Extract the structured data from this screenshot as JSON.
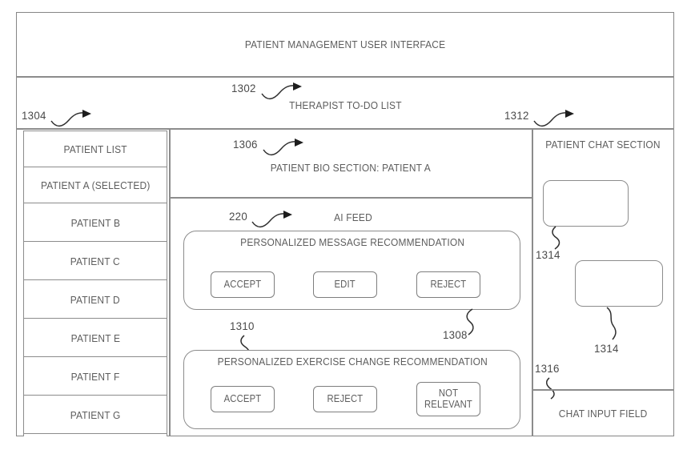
{
  "figure": {
    "title": "PATIENT MANAGEMENT USER INTERFACE",
    "subtitle": "THERAPIST TO-DO LIST"
  },
  "refs": {
    "ui": "1302",
    "patient_list": "1304",
    "patient_bio": "1306",
    "ai_feed": "220",
    "message_recommendation": "1308",
    "exercise_recommendation": "1310",
    "chat_section": "1312",
    "chat_message_1": "1314",
    "chat_message_2": "1314",
    "chat_input": "1316"
  },
  "sidebar": {
    "header": "PATIENT LIST",
    "items": [
      {
        "label": "PATIENT A (SELECTED)",
        "selected": true
      },
      {
        "label": "PATIENT B",
        "selected": false
      },
      {
        "label": "PATIENT C",
        "selected": false
      },
      {
        "label": "PATIENT D",
        "selected": false
      },
      {
        "label": "PATIENT E",
        "selected": false
      },
      {
        "label": "PATIENT F",
        "selected": false
      },
      {
        "label": "PATIENT G",
        "selected": false
      }
    ]
  },
  "main": {
    "bio_section": {
      "title": "PATIENT BIO SECTION: PATIENT A"
    },
    "ai_feed": {
      "title": "AI FEED",
      "cards": [
        {
          "title": "PERSONALIZED MESSAGE RECOMMENDATION",
          "buttons": [
            "ACCEPT",
            "EDIT",
            "REJECT"
          ]
        },
        {
          "title": "PERSONALIZED EXERCISE CHANGE RECOMMENDATION",
          "buttons": [
            "ACCEPT",
            "REJECT",
            "NOT RELEVANT"
          ]
        }
      ]
    }
  },
  "chat": {
    "header": "PATIENT CHAT SECTION",
    "messages": [
      "",
      ""
    ],
    "input_field": "CHAT INPUT FIELD"
  }
}
